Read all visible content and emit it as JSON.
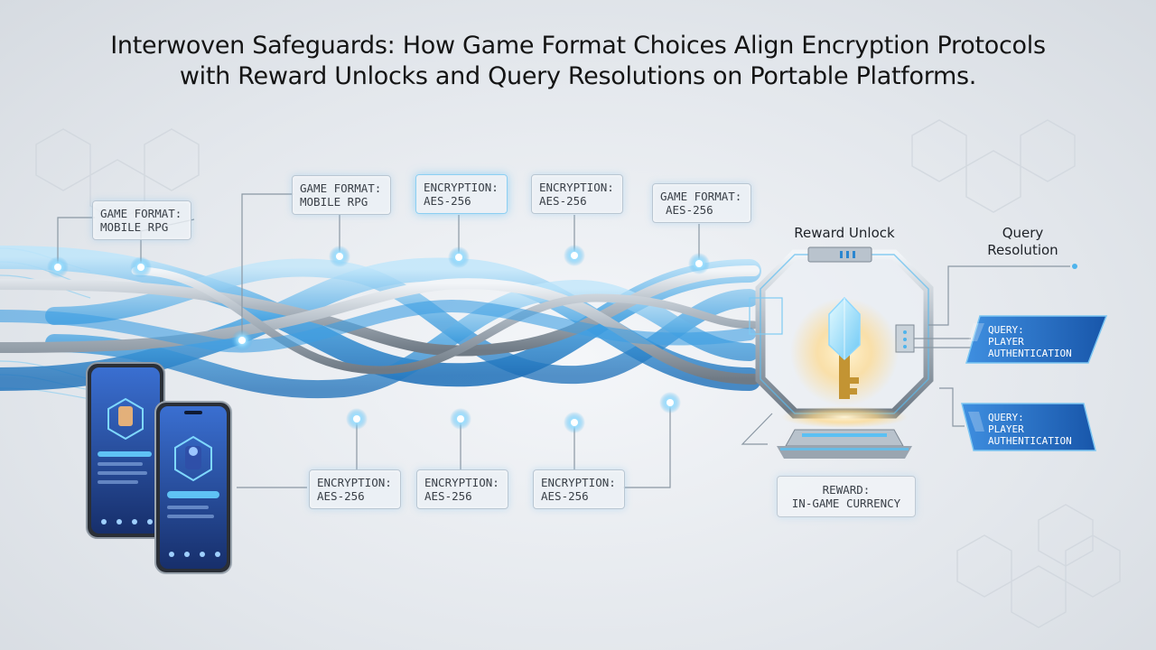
{
  "title": {
    "line1": "Interwoven Safeguards: How Game Format Choices Align Encryption Protocols",
    "line2": "with Reward Unlocks and Query Resolutions on Portable Platforms."
  },
  "labels": {
    "format_1": {
      "line1": "GAME FORMAT:",
      "line2": "MOBILE RPG"
    },
    "format_2": {
      "line1": "GAME FORMAT:",
      "line2": "MOBILE RPG"
    },
    "enc_top_1": {
      "line1": "ENCRYPTION:",
      "line2": "AES-256"
    },
    "enc_top_2": {
      "line1": "ENCRYPTION:",
      "line2": "AES-256"
    },
    "format_3": {
      "line1": "GAME FORMAT:",
      "line2": "AES-256"
    },
    "enc_bot_1": {
      "line1": "ENCRYPTION:",
      "line2": "AES-256"
    },
    "enc_bot_2": {
      "line1": "ENCRYPTION:",
      "line2": "AES-256"
    },
    "enc_bot_3": {
      "line1": "ENCRYPTION:",
      "line2": "AES-256"
    }
  },
  "reward_unlock": "Reward Unlock",
  "query_resolution": {
    "line1": "Query",
    "line2": "Resolution"
  },
  "queries": [
    {
      "line1": "QUERY:",
      "line2": "PLAYER",
      "line3": "AUTHENTICATION"
    },
    {
      "line1": "QUERY:",
      "line2": "PLAYER",
      "line3": "AUTHENTICATION"
    }
  ],
  "reward": {
    "line1": "REWARD:",
    "line2": "IN-GAME CURRENCY"
  },
  "colors": {
    "glow_blue": "#4fb4ec",
    "cable_blue": "#2a86d0",
    "steel": "#a9b3bd",
    "query_blue": "#1d63b8",
    "key_gold": "#e9b44a"
  }
}
